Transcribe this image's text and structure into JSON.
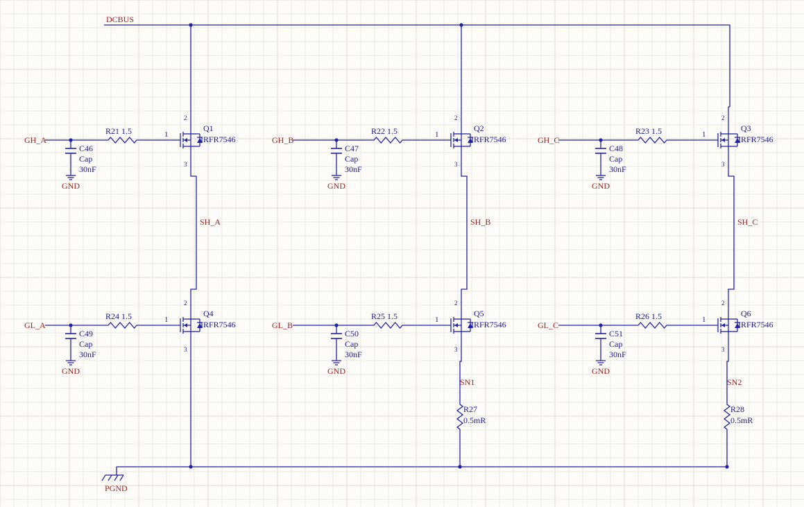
{
  "colors": {
    "background": "#fdfcf8",
    "grid_minor": "#ece9df",
    "grid_major": "#dedbd0",
    "wire": "#2020a8",
    "net_label": "#9b1f1f",
    "component_text": "#1a1a8c"
  },
  "nets": {
    "dcbus": "DCBUS",
    "pgnd": "PGND",
    "gh_a": "GH_A",
    "gh_b": "GH_B",
    "gh_c": "GH_C",
    "gl_a": "GL_A",
    "gl_b": "GL_B",
    "gl_c": "GL_C",
    "sh_a": "SH_A",
    "sh_b": "SH_B",
    "sh_c": "SH_C",
    "sn1": "SN1",
    "sn2": "SN2",
    "gnd": "GND"
  },
  "mosfets": {
    "q1": {
      "ref": "Q1",
      "part": "IRFR7546"
    },
    "q2": {
      "ref": "Q2",
      "part": "IRFR7546"
    },
    "q3": {
      "ref": "Q3",
      "part": "IRFR7546"
    },
    "q4": {
      "ref": "Q4",
      "part": "IRFR7546"
    },
    "q5": {
      "ref": "Q5",
      "part": "IRFR7546"
    },
    "q6": {
      "ref": "Q6",
      "part": "IRFR7546"
    }
  },
  "pins": {
    "gate": "1",
    "drain": "2",
    "source": "3"
  },
  "resistors": {
    "r21": {
      "ref": "R21",
      "value": "1.5"
    },
    "r22": {
      "ref": "R22",
      "value": "1.5"
    },
    "r23": {
      "ref": "R23",
      "value": "1.5"
    },
    "r24": {
      "ref": "R24",
      "value": "1.5"
    },
    "r25": {
      "ref": "R25",
      "value": "1.5"
    },
    "r26": {
      "ref": "R26",
      "value": "1.5"
    },
    "r27": {
      "ref": "R27",
      "value": "0.5mR"
    },
    "r28": {
      "ref": "R28",
      "value": "0.5mR"
    }
  },
  "capacitors": {
    "c46": {
      "ref": "C46",
      "type": "Cap",
      "value": "30nF"
    },
    "c47": {
      "ref": "C47",
      "type": "Cap",
      "value": "30nF"
    },
    "c48": {
      "ref": "C48",
      "type": "Cap",
      "value": "30nF"
    },
    "c49": {
      "ref": "C49",
      "type": "Cap",
      "value": "30nF"
    },
    "c50": {
      "ref": "C50",
      "type": "Cap",
      "value": "30nF"
    },
    "c51": {
      "ref": "C51",
      "type": "Cap",
      "value": "30nF"
    }
  }
}
